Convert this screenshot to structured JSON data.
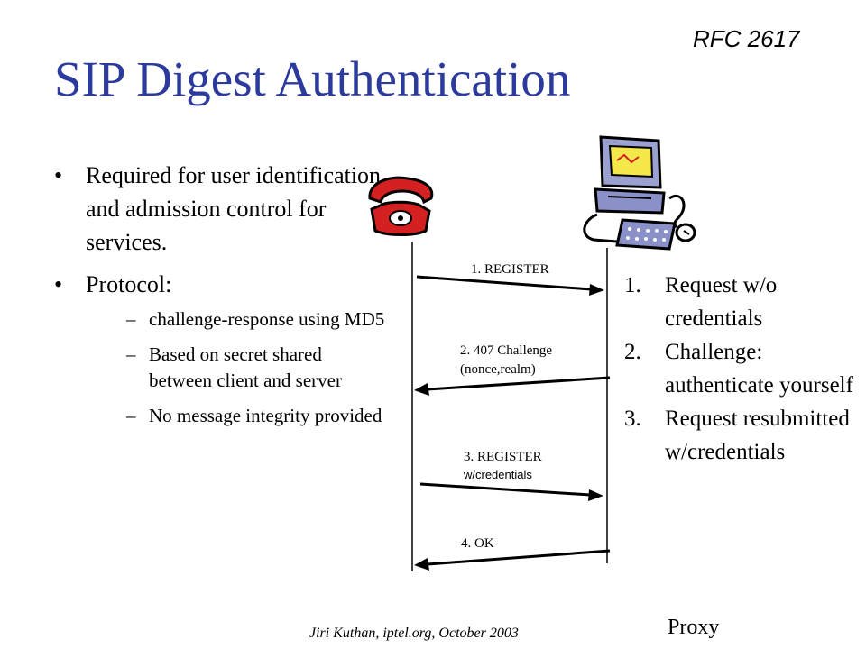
{
  "slide": {
    "tag": "RFC 2617",
    "title": "SIP Digest Authentication",
    "bullets": [
      {
        "text": "Required for user identification and admission control for services."
      },
      {
        "text": "Protocol:",
        "subitems": [
          "challenge-response using MD5",
          "Based on secret shared between client and server",
          "No message integrity provided"
        ]
      }
    ],
    "diagram": {
      "msg1": "1. REGISTER",
      "msg2_line1": "2. 407 Challenge",
      "msg2_line2": "(nonce,realm)",
      "msg3_line1": "3. REGISTER",
      "msg3_line2": "w/credentials",
      "msg4": "4. OK",
      "proxy_label": "Proxy"
    },
    "steps": [
      {
        "num": "1.",
        "text": "Request w/o credentials"
      },
      {
        "num": "2.",
        "text": "Challenge: authenticate yourself"
      },
      {
        "num": "3.",
        "text": "Request resubmitted w/credentials"
      }
    ],
    "footer": "Jiri Kuthan, iptel.org, October 2003",
    "colors": {
      "title": "#2b3a9c",
      "phone_body": "#d42020",
      "screen": "#f4e84a",
      "keyboard": "#8a90c8"
    },
    "icons": [
      "telephone-icon",
      "computer-icon"
    ]
  }
}
